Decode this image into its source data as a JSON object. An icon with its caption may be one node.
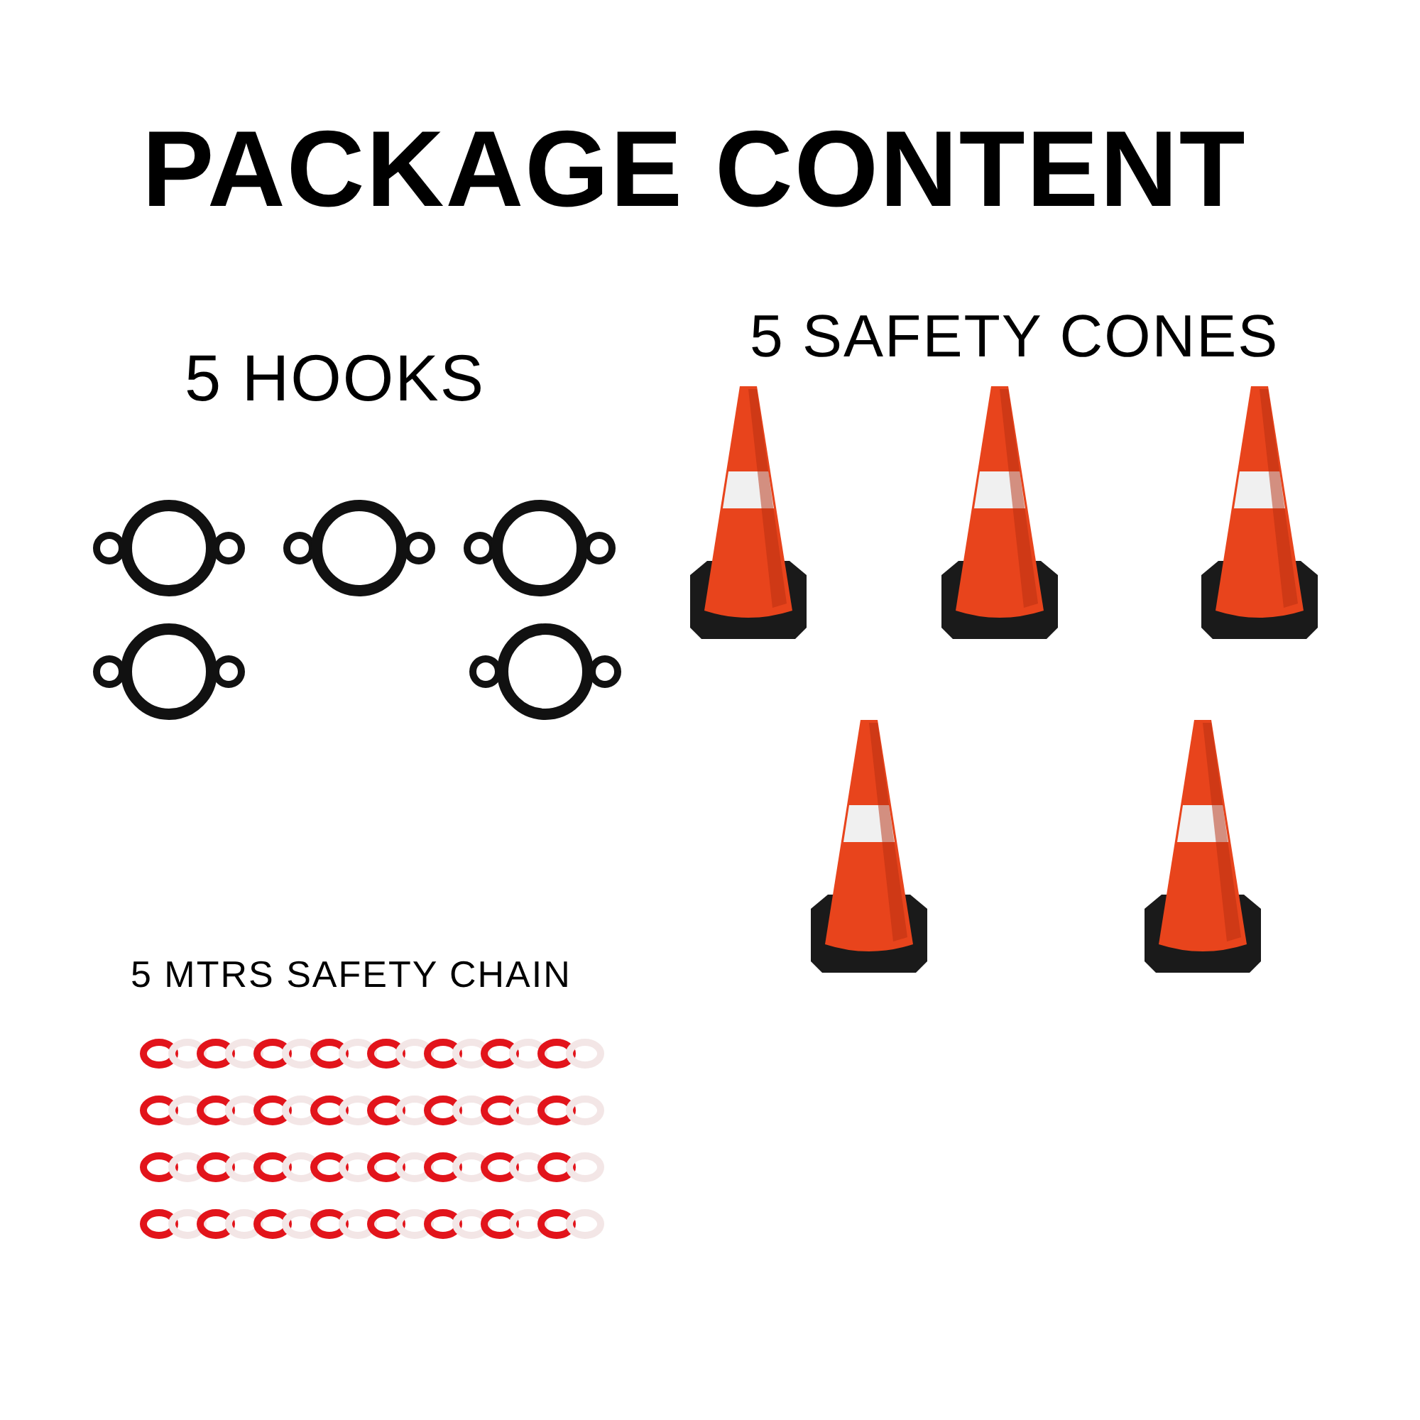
{
  "diagram": {
    "title": "PACKAGE CONTENT",
    "labels": [
      "5 HOOKS",
      "5 SAFETY CONES",
      "5 MTRS SAFETY CHAIN"
    ]
  }
}
